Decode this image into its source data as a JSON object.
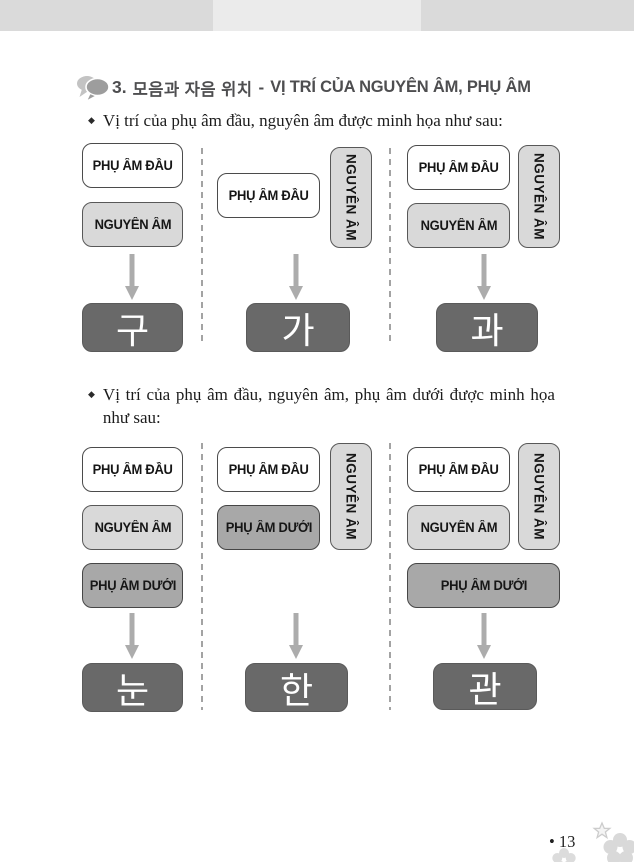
{
  "page": {
    "footer_page_number": "• 13"
  },
  "top_band": {
    "left_color": "#dadada",
    "middle_color": "#ebebeb",
    "right_color": "#dadada"
  },
  "title": {
    "icon": "speech-bubbles-icon",
    "number": "3.",
    "korean": "모음과 자음 위치",
    "separator": "-",
    "vietnamese": "VỊ TRÍ CỦA NGUYÊN ÂM, PHỤ ÂM"
  },
  "bullets": [
    {
      "marker": "◆",
      "text": "Vị trí của phụ âm đầu, nguyên âm được minh họa như sau:"
    },
    {
      "marker": "◆",
      "line1": "Vị trí của phụ âm đầu, nguyên âm, phụ âm dưới được minh họa",
      "line2": "như sau:"
    }
  ],
  "labels": {
    "initial_consonant": "PHỤ ÂM ĐẦU",
    "vowel": "NGUYÊN ÂM",
    "final_consonant": "PHỤ ÂM DƯỚI"
  },
  "sections": [
    {
      "results": [
        "구",
        "가",
        "과"
      ]
    },
    {
      "results": [
        "눈",
        "한",
        "관"
      ]
    }
  ],
  "colors": {
    "initial_box_fill": "#ffffff",
    "vowel_box_fill": "#d9d9d9",
    "final_box_fill": "#a8a8a8",
    "result_box_fill": "#696969",
    "arrow": "#acacac",
    "divider": "#a3a3a3",
    "title_text": "#4e4e50"
  }
}
